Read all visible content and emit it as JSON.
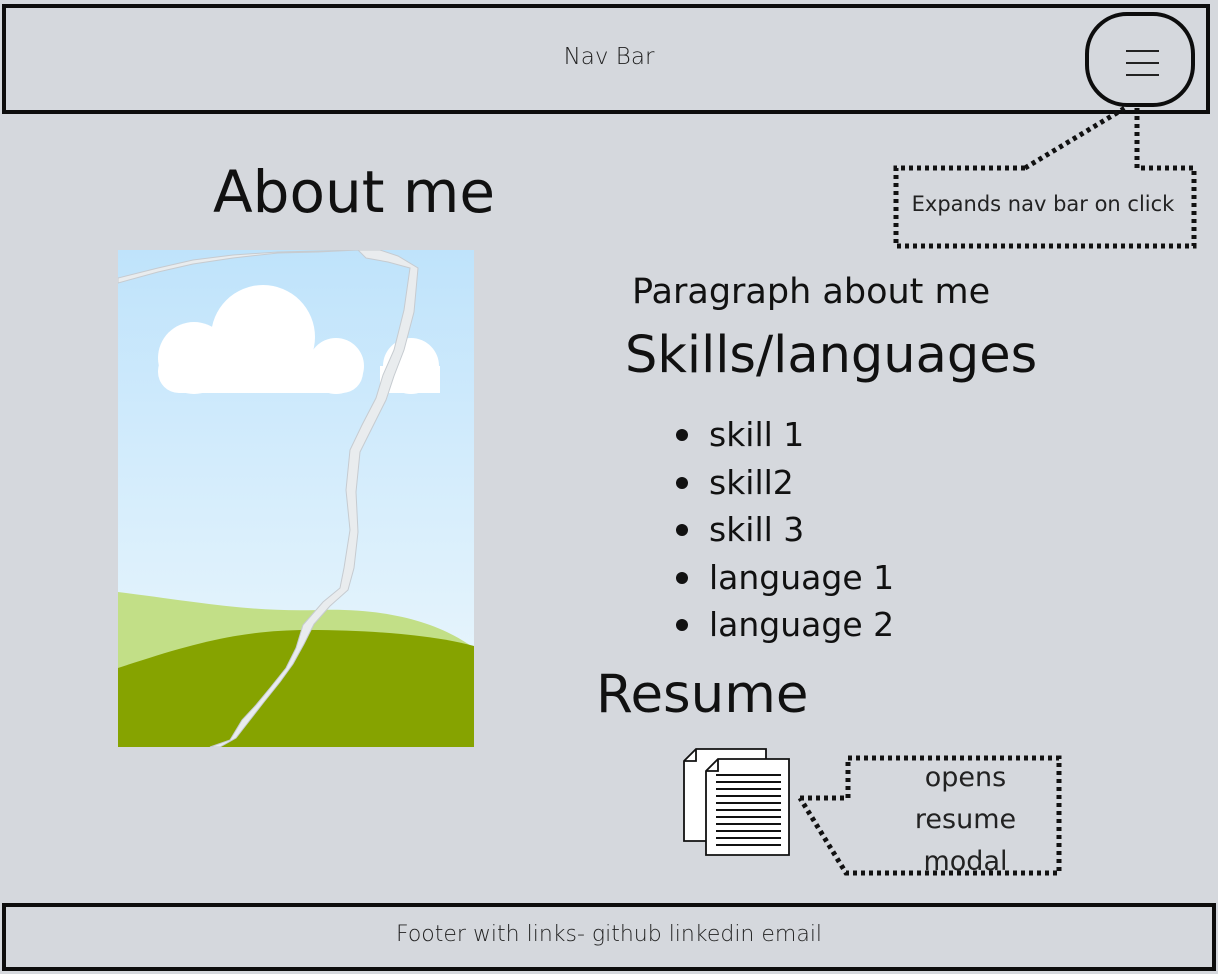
{
  "navbar": {
    "label": "Nav Bar",
    "menu_icon": "hamburger-menu-icon"
  },
  "callouts": {
    "nav": "Expands nav bar on click",
    "resume": "opens resume modal"
  },
  "about": {
    "title": "About me",
    "photo_placeholder": "landscape-placeholder-image"
  },
  "main": {
    "paragraph": "Paragraph about me",
    "skills_title": "Skills/languages",
    "skills": [
      "skill 1",
      "skill2",
      "skill 3",
      "language 1",
      "language 2"
    ],
    "resume_title": "Resume",
    "resume_icon": "document-stack-icon"
  },
  "footer": {
    "label": "Footer with links- github linkedin email"
  }
}
